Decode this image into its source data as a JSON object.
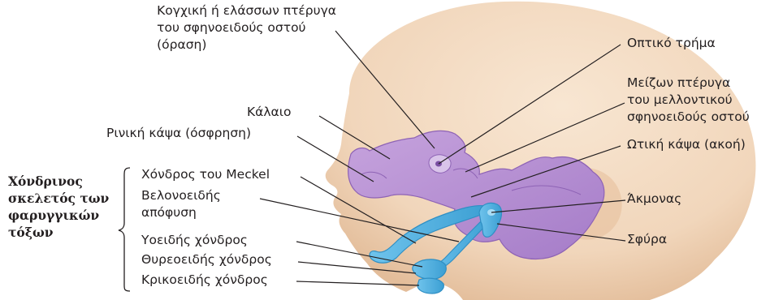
{
  "labels": {
    "lesser_wing": [
      "Κογχική ή ελάσσων πτέρυγα",
      "του σφηνοειδούς οστού",
      "(όραση)"
    ],
    "calvaria": "Κάλαιο",
    "nasal_capsule": "Ρινική κάψα (όσφρηση)",
    "group_title": [
      "Χόνδρινος",
      "σκελετός των",
      "φαρυγγικών",
      "τόξων"
    ],
    "meckel": "Χόνδρος του Meckel",
    "styloid": [
      "Βελονοειδής",
      "απόφυση"
    ],
    "hyoid": "Υοειδής χόνδρος",
    "thyroid": "Θυρεοειδής χόνδρος",
    "cricoid": "Κρικοειδής χόνδρος",
    "optic_foramen": "Οπτικό τρήμα",
    "greater_wing": [
      "Μείζων πτέρυγα",
      "του μελλοντικού",
      "σφηνοειδούς οστού"
    ],
    "otic_capsule": "Ωτική κάψα (ακοή)",
    "incus": "Άκμονας",
    "malleus": "Σφύρα"
  },
  "colors": {
    "skin": "#f4dcc4",
    "skin_shadow": "#e8c2a0",
    "cartilage_purple": "#b58fd1",
    "cartilage_purple_dark": "#8e63b5",
    "cartilage_blue": "#5cb8e6",
    "cartilage_blue_dark": "#2f8fc4",
    "leader_line": "#231f20"
  }
}
